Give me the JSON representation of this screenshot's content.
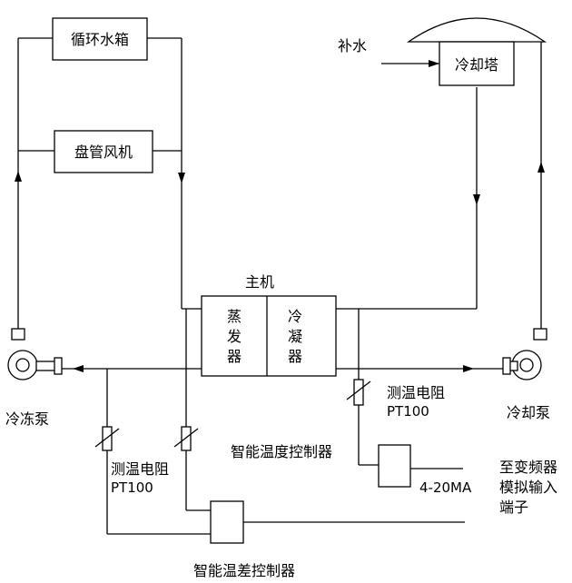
{
  "labels": {
    "water_tank": "循环水箱",
    "fan_coil": "盘管风机",
    "main_unit": "主机",
    "evaporator": [
      "蒸",
      "发",
      "器"
    ],
    "condenser": [
      "冷",
      "凝",
      "器"
    ],
    "cooling_tower": "冷却塔",
    "makeup_water": "补水",
    "chilled_pump": "冷冻泵",
    "cooling_pump": "冷却泵",
    "sensor_right": [
      "测温电阻",
      "PT100"
    ],
    "sensor_left": [
      "测温电阻",
      "PT100"
    ],
    "temp_controller": "智能温度控制器",
    "signal": "4-20MA",
    "vfd_terminal": [
      "至变频器",
      "模拟输入",
      "端子"
    ],
    "diff_controller": "智能温差控制器"
  },
  "colors": {
    "line": "#000000",
    "background": "#ffffff"
  }
}
